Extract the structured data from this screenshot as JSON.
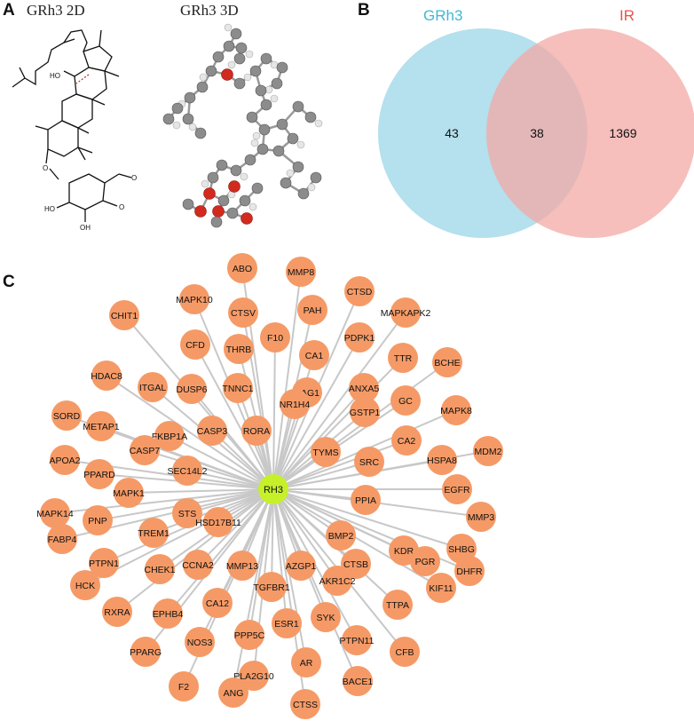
{
  "panels": {
    "a_label": "A",
    "b_label": "B",
    "c_label": "C"
  },
  "structure": {
    "title_2d": "GRh3 2D",
    "title_3d": "GRh3 3D",
    "atom_labels": [
      "HO",
      "O",
      "HO",
      "OH",
      "O",
      "O"
    ]
  },
  "venn": {
    "left_name": "GRh3",
    "right_name": "IR",
    "left_color": "#3fb8d6",
    "right_color": "#e8534a",
    "left_fill": "#a8dbea",
    "right_fill": "#f3aaa6",
    "left_only": "43",
    "intersection": "38",
    "right_only": "1369"
  },
  "network": {
    "center": "RH3",
    "center_color": "#c6f02a",
    "node_color": "#f59a66",
    "edge_color": "#c8c8c8",
    "targets": [
      "ABO",
      "MMP8",
      "CTSD",
      "MAPK10",
      "CTSV",
      "PAH",
      "MAPKAPK2",
      "CHIT1",
      "F10",
      "PDPK1",
      "THRB",
      "CFD",
      "CA1",
      "TTR",
      "BCHE",
      "HDAC8",
      "ITGAL",
      "ANXA5",
      "DUSP6",
      "TNNC1",
      "BAG1",
      "GC",
      "NR1H4",
      "SORD",
      "METAP1",
      "GSTP1",
      "MAPK8",
      "FKBP1A",
      "CASP3",
      "RORA",
      "APOA2",
      "CA2",
      "MDM2",
      "CASP7",
      "TYMS",
      "PPARD",
      "SEC14L2",
      "HSPA8",
      "SRC",
      "EGFR",
      "MAPK14",
      "MMP3",
      "MAPK1",
      "PPIA",
      "STS",
      "PNP",
      "TREM1",
      "SHBG",
      "HSD17B11",
      "FABP4",
      "KDR",
      "BMP2",
      "PTPN1",
      "PGR",
      "DHFR",
      "CHEK1",
      "CCNA2",
      "AZGP1",
      "MMP13",
      "HCK",
      "CTSB",
      "AKR1C2",
      "TGFBR1",
      "RXRA",
      "EPHB4",
      "CA12",
      "KIF11",
      "TTPA",
      "SYK",
      "ESR1",
      "PPP5C",
      "NOS3",
      "PPARG",
      "PTPN11",
      "CFB",
      "AR",
      "PLA2G10",
      "F2",
      "ANG",
      "BACE1",
      "CTSS"
    ]
  }
}
